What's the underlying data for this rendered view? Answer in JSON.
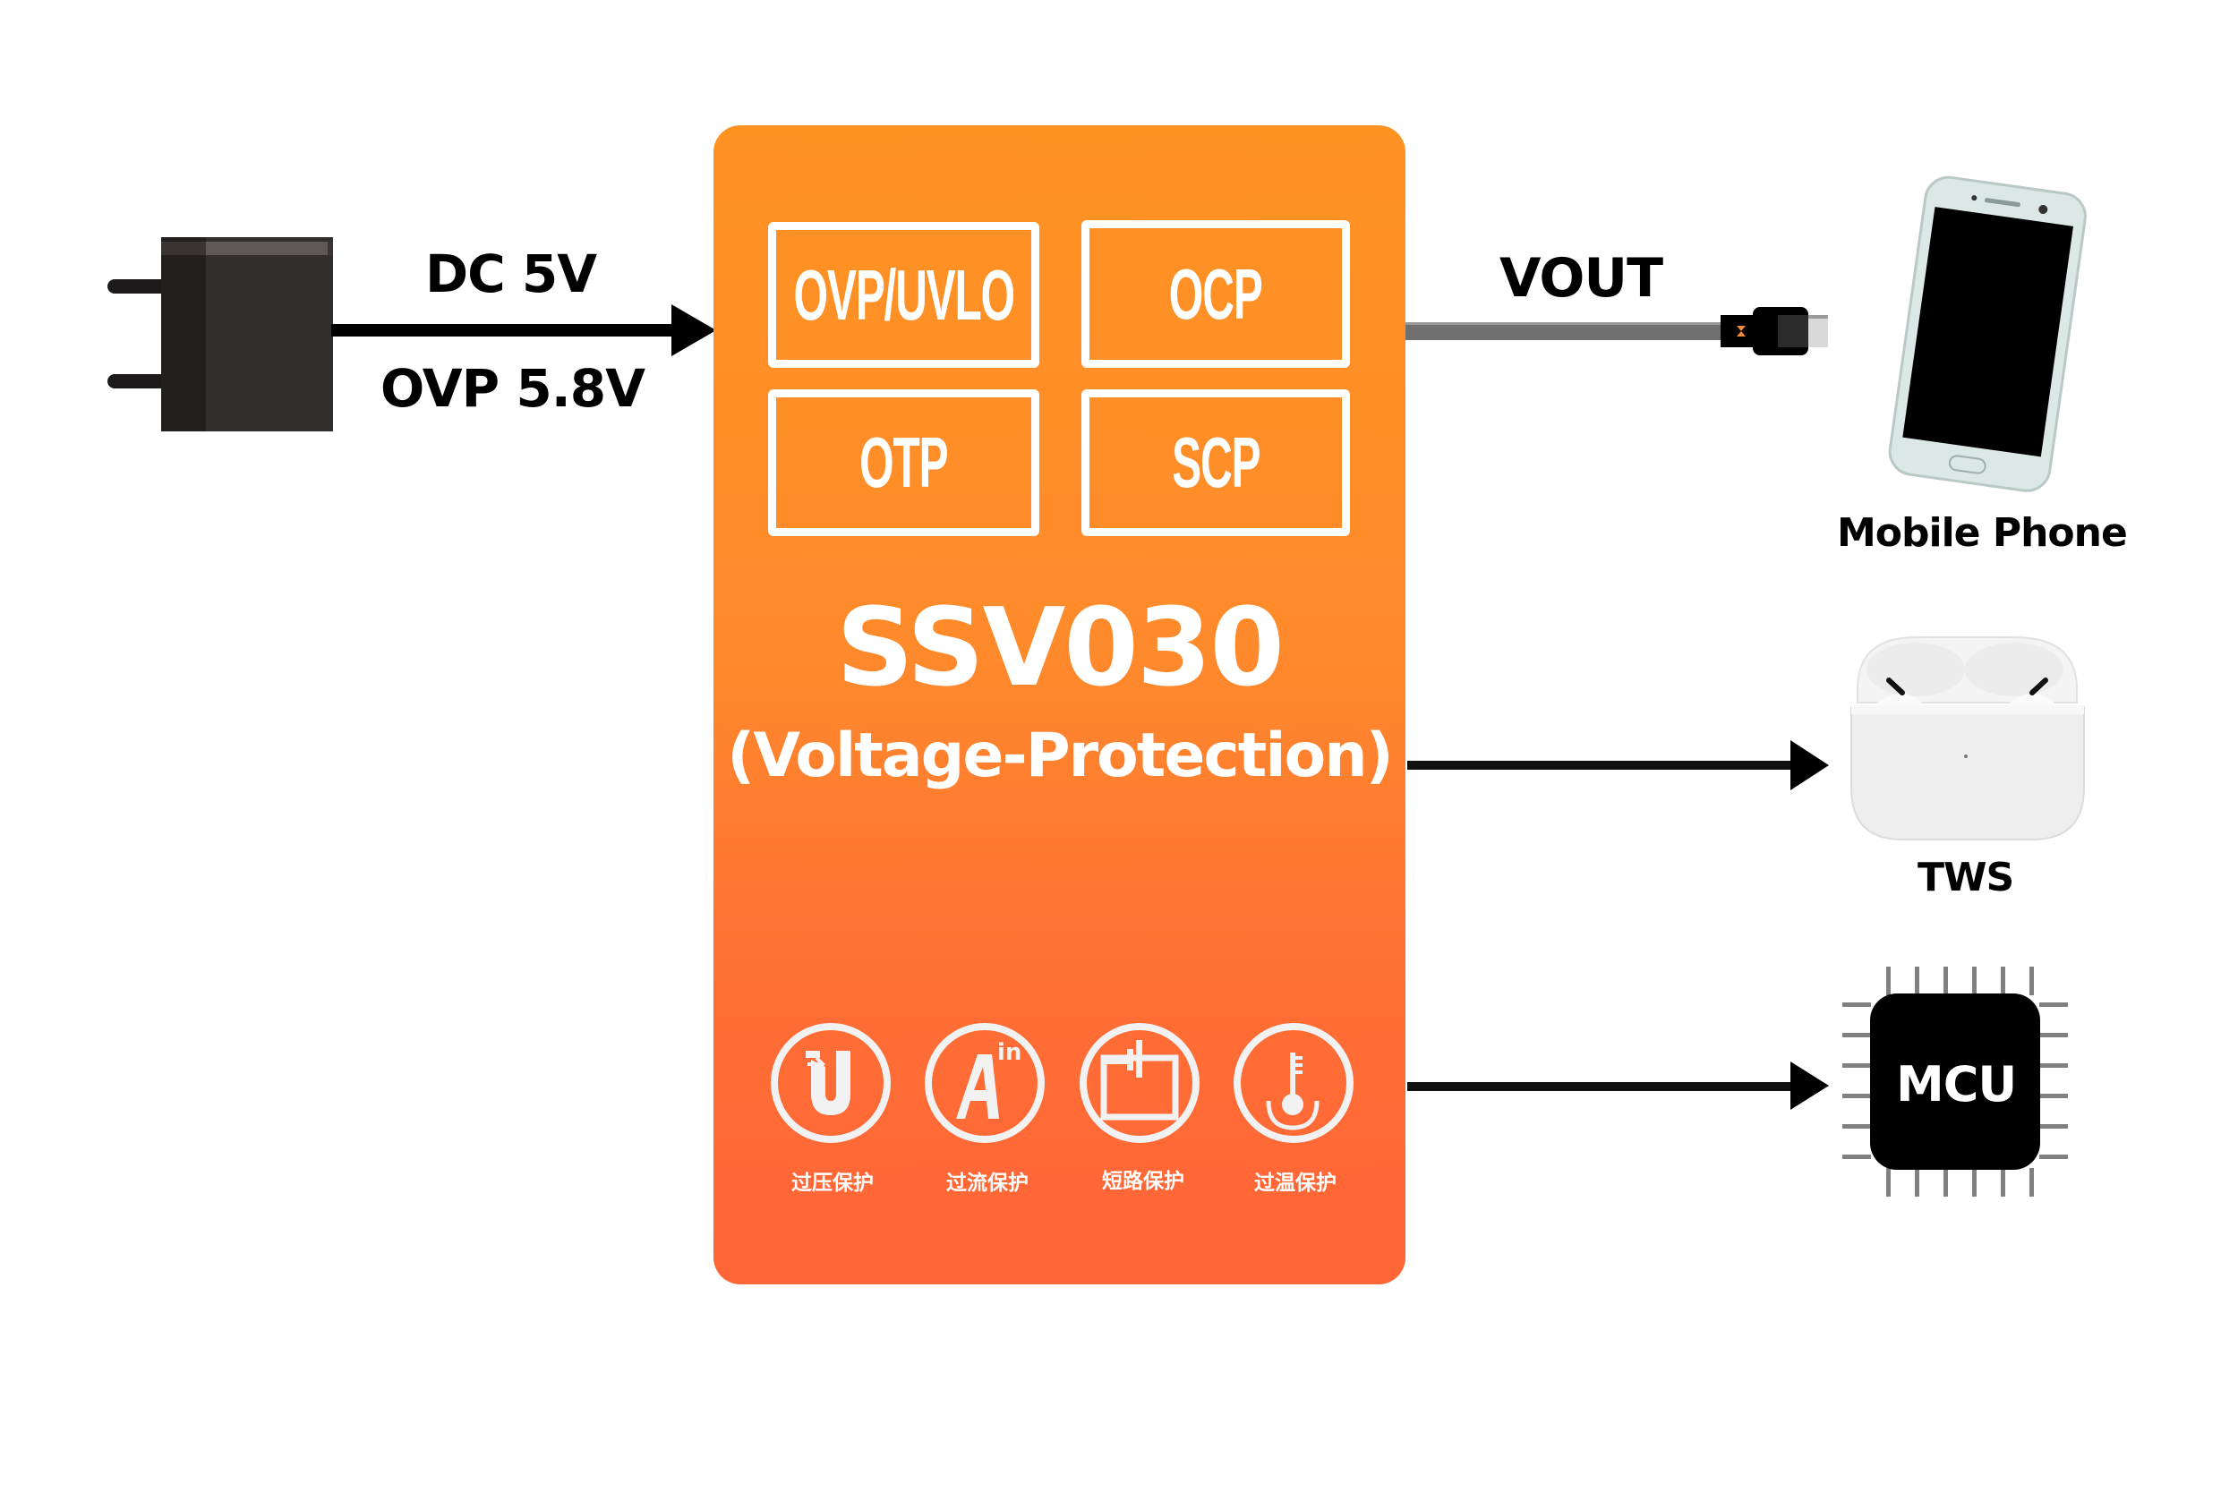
{
  "input": {
    "voltage_label": "DC 5V",
    "ovp_label": "OVP 5.8V",
    "source_icon": "power-adapter-icon"
  },
  "chip": {
    "name": "SSV030",
    "subtitle": "(Voltage-Protection)",
    "colors": {
      "gradient_top": "#FF9322",
      "gradient_bottom": "#FF6536"
    },
    "protections": [
      {
        "label": "OVP/UVLO"
      },
      {
        "label": "OCP"
      },
      {
        "label": "OTP"
      },
      {
        "label": "SCP"
      }
    ],
    "feature_icons": [
      {
        "icon": "overvoltage-icon",
        "label": "过压保护"
      },
      {
        "icon": "overcurrent-icon",
        "label": "过流保护"
      },
      {
        "icon": "short-circuit-icon",
        "label": "短路保护"
      },
      {
        "icon": "thermometer-icon",
        "label": "过温保护"
      }
    ]
  },
  "output": {
    "vout_label": "VOUT",
    "targets": [
      {
        "label": "Mobile Phone",
        "icon": "mobile-phone-icon"
      },
      {
        "label": "TWS",
        "icon": "earbuds-case-icon"
      },
      {
        "label": "MCU",
        "icon": "mcu-chip-icon"
      }
    ]
  }
}
